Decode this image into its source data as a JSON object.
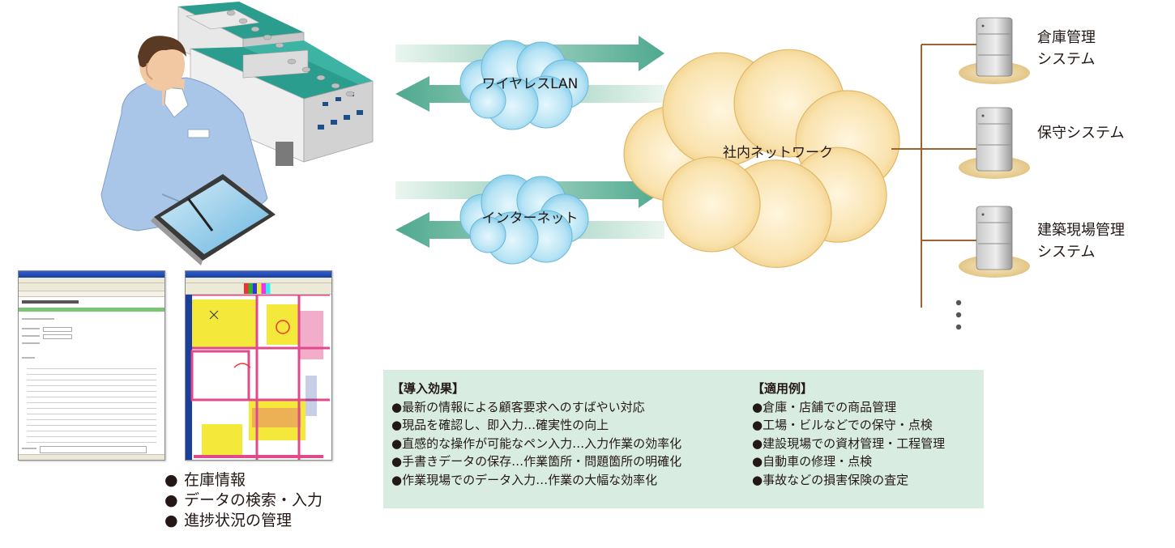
{
  "clouds": {
    "wireless_lan": "ワイヤレスLAN",
    "internet": "インターネット",
    "intranet": "社内ネットワーク"
  },
  "servers": [
    {
      "lines": [
        "倉庫管理",
        "システム"
      ]
    },
    {
      "lines": [
        "保守システム"
      ]
    },
    {
      "lines": [
        "建築現場管理",
        "システム"
      ]
    }
  ],
  "features": {
    "bullet": "●",
    "items": [
      "在庫情報",
      "データの検索・入力",
      "進捗状況の管理"
    ]
  },
  "info": {
    "effects": {
      "heading": "【導入効果】",
      "items": [
        "●最新の情報による顧客要求へのすばやい対応",
        "●現品を確認し、即入力…確実性の向上",
        "●直感的な操作が可能なペン入力…入力作業の効率化",
        "●手書きデータの保存…作業箇所・問題箇所の明確化",
        "●作業現場でのデータ入力…作業の大幅な効率化"
      ]
    },
    "examples": {
      "heading": "【適用例】",
      "items": [
        "●倉庫・店舗での商品管理",
        "●工場・ビルなどでの保守・点検",
        "●建設現場での資材管理・工程管理",
        "●自動車の修理・点検",
        "●事故などの損害保険の査定"
      ]
    }
  },
  "colors": {
    "cloud_blue": "#a6dcf0",
    "cloud_orange": "#f7dc9e",
    "arrow_green": "#4ea98e",
    "network_line": "#a0622d",
    "info_bg": "#d9ece2",
    "factory_roof": "#2a9d8f",
    "shirt": "#a9c6e8"
  },
  "icons": [
    "worker-illustration",
    "factory-icon",
    "tablet-icon",
    "server-icon",
    "ellipsis-icon"
  ]
}
